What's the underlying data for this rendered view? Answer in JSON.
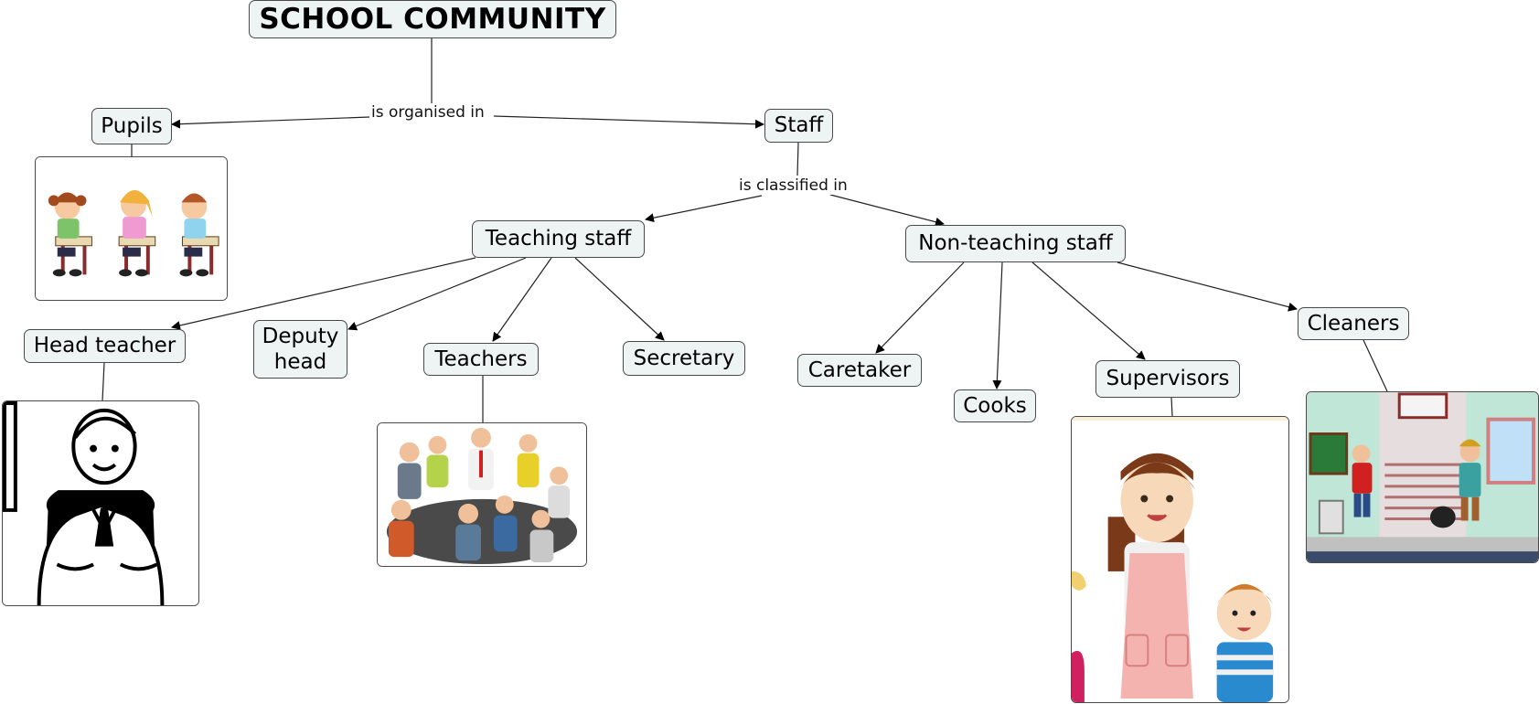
{
  "concept_map": {
    "root": "SCHOOL COMMUNITY",
    "links": {
      "organised": "is organised in",
      "classified": "is classified in"
    },
    "nodes": {
      "pupils": "Pupils",
      "staff": "Staff",
      "teaching_staff": "Teaching staff",
      "non_teaching_staff": "Non-teaching staff",
      "head_teacher": "Head teacher",
      "deputy_head": "Deputy head",
      "teachers": "Teachers",
      "secretary": "Secretary",
      "caretaker": "Caretaker",
      "cooks": "Cooks",
      "supervisors": "Supervisors",
      "cleaners": "Cleaners"
    },
    "images": {
      "pupils": "pupils-at-desks-illustration",
      "head_teacher": "head-teacher-line-drawing",
      "teachers": "teachers-meeting-illustration",
      "supervisors": "supervisor-with-children-illustration",
      "cleaners": "cleaners-in-school-corridor-illustration"
    }
  }
}
